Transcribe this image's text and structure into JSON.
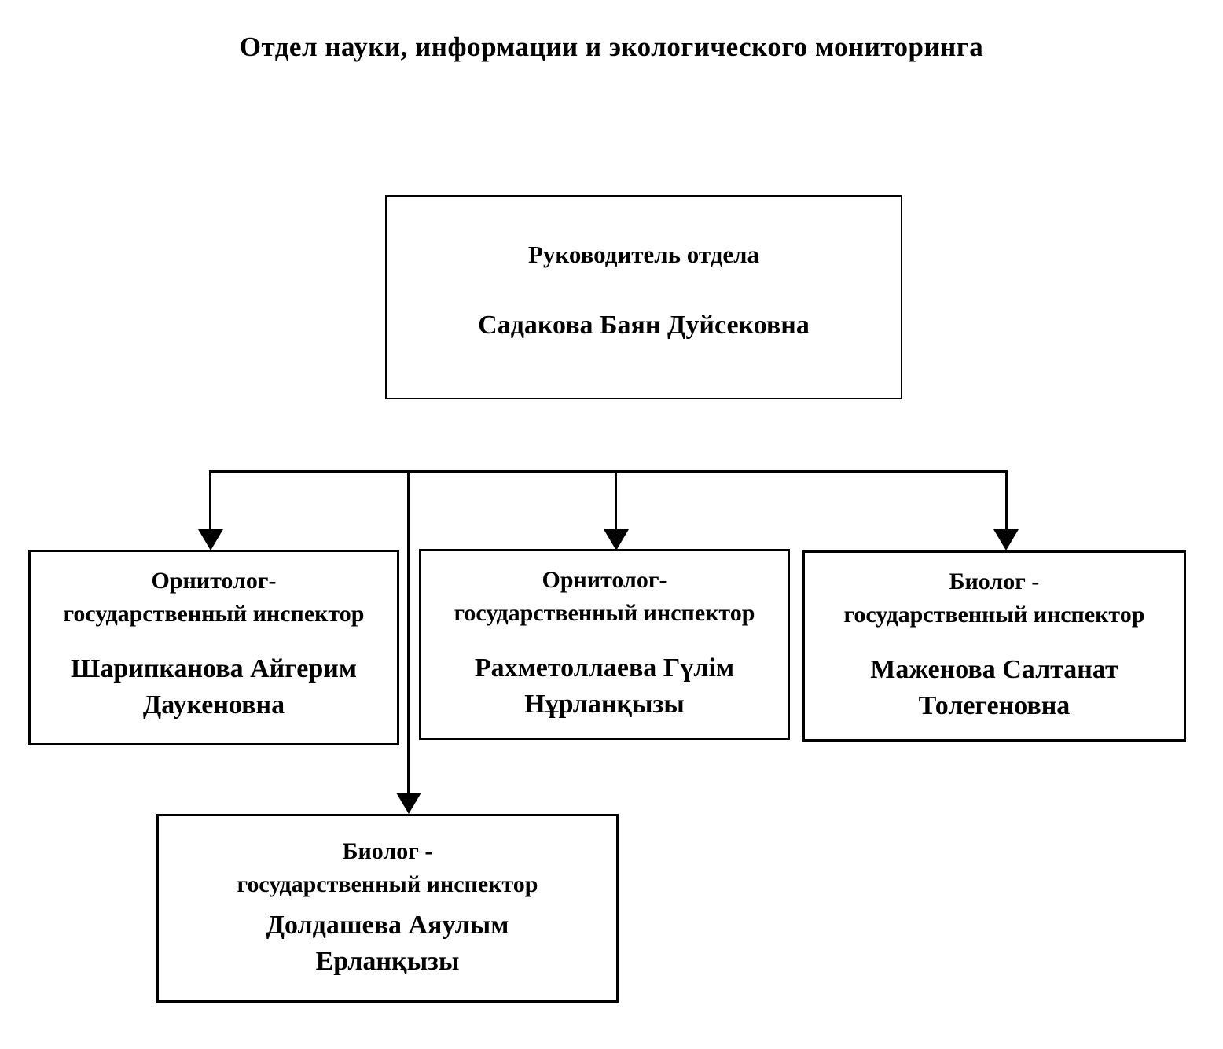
{
  "title": "Отдел науки, информации и экологического мониторинга",
  "org_chart": {
    "root": {
      "role": "Руководитель отдела",
      "name": "Садакова Баян Дуйсековна"
    },
    "subordinates": [
      {
        "role_lines": [
          "Орнитолог-",
          "государственный инспектор"
        ],
        "name_lines": [
          "Шарипканова Айгерим",
          "Даукеновна"
        ]
      },
      {
        "role_lines": [
          "Орнитолог-",
          "государственный инспектор"
        ],
        "name_lines": [
          "Рахметоллаева Гүлім",
          "Нұрланқызы"
        ]
      },
      {
        "role_lines": [
          "Биолог -",
          "государственный инспектор"
        ],
        "name_lines": [
          "Маженова Салтанат",
          "Толегеновна"
        ]
      },
      {
        "role_lines": [
          "Биолог -",
          "государственный инспектор"
        ],
        "name_lines": [
          "Долдашева Аяулым",
          "Ерланқызы"
        ]
      }
    ]
  },
  "colors": {
    "background": "#ffffff",
    "text": "#000000",
    "line": "#000000",
    "box_border": "#000000"
  }
}
